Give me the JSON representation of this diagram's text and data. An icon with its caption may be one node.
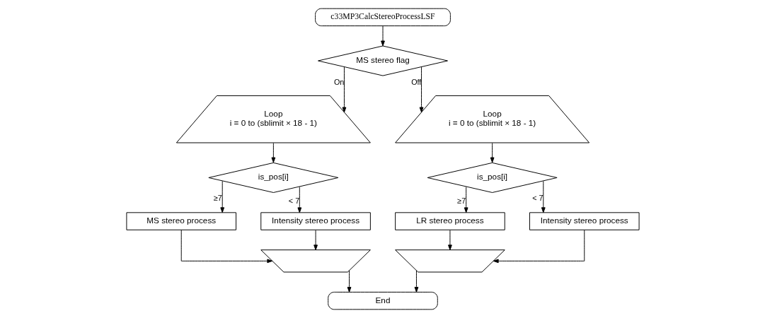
{
  "diagram": {
    "nodes": [
      {
        "text": [
          "c33MP3CalcStereoProcessLSF"
        ]
      },
      {
        "text": [
          "MS stereo flag"
        ]
      },
      {
        "text": [
          "Loop",
          "i = 0 to (sblimit × 18 - 1)"
        ]
      },
      {
        "text": [
          "Loop",
          "i = 0 to (sblimit × 18 - 1)"
        ]
      },
      {
        "text": [
          "is_pos[i]"
        ]
      },
      {
        "text": [
          "is_pos[i]"
        ]
      },
      {
        "text": [
          "MS stereo process"
        ]
      },
      {
        "text": [
          "Intensity stereo process"
        ]
      },
      {
        "text": [
          "LR stereo process"
        ]
      },
      {
        "text": [
          "Intensity stereo process"
        ]
      },
      {
        "text": [],
        "shape": "trapezoid"
      },
      {
        "text": [],
        "shape": "trapezoid"
      },
      {
        "text": [
          "End"
        ]
      }
    ],
    "edges": [
      {
        "from": 0,
        "to": 1,
        "arrow": "to"
      },
      {
        "from": 1,
        "to": 2,
        "arrow": "to",
        "label": "On"
      },
      {
        "from": 1,
        "to": 3,
        "arrow": "to",
        "label": "Off"
      },
      {
        "from": 2,
        "to": 4,
        "arrow": "to"
      },
      {
        "from": 3,
        "to": 5,
        "arrow": "to"
      },
      {
        "from": 4,
        "to": 6,
        "arrow": "to",
        "label": "≥7"
      },
      {
        "from": 4,
        "to": 7,
        "arrow": "to",
        "label": "< 7"
      },
      {
        "from": 5,
        "to": 8,
        "arrow": "to",
        "label": "≥7"
      },
      {
        "from": 5,
        "to": 9,
        "arrow": "to",
        "label": "< 7"
      },
      {
        "from": 6,
        "to": 10,
        "arrow": "to"
      },
      {
        "from": 7,
        "to": 10,
        "arrow": "to"
      },
      {
        "from": 8,
        "to": 11,
        "arrow": "to"
      },
      {
        "from": 9,
        "to": 11,
        "arrow": "to"
      },
      {
        "from": 10,
        "to": 12,
        "arrow": "to"
      },
      {
        "from": 11,
        "to": 12,
        "arrow": "to"
      }
    ]
  }
}
